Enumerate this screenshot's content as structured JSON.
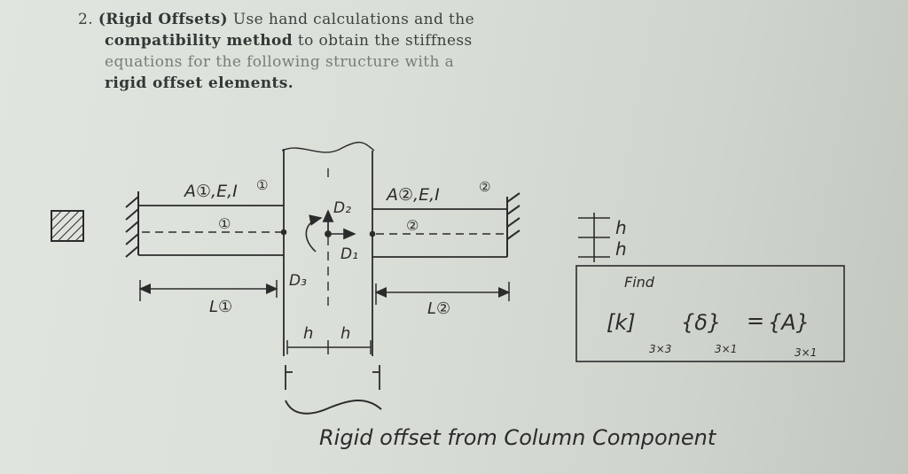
{
  "problem": {
    "number": "2.",
    "title": "(Rigid Offsets)",
    "line1_rest": "Use hand calculations and the",
    "line2_bold": "compatibility method",
    "line2_rest": "to obtain the stiffness",
    "line3": "equations for the following structure with a",
    "line4": "rigid offset elements."
  },
  "diagram": {
    "member1_props": "A①,E,I",
    "member1_circle": "①",
    "member1_tag": "①",
    "member2_props": "A②,E,I",
    "member2_tag": "②",
    "member2_circle": "②",
    "dof1": "D₁",
    "dof2": "D₂",
    "dof3": "D₃",
    "length1": "L①",
    "length2": "L②",
    "h_left": "h",
    "h_right": "h",
    "offset_h_top": "h",
    "offset_h_bottom": "h"
  },
  "find_box": {
    "label": "Find",
    "k": "[k]",
    "k_sub": "3×3",
    "delta": "{δ}",
    "delta_sub": "3×1",
    "equals": "=",
    "a": "{A}",
    "a_sub": "3×1"
  },
  "annotation": "Rigid offset from Column Component"
}
